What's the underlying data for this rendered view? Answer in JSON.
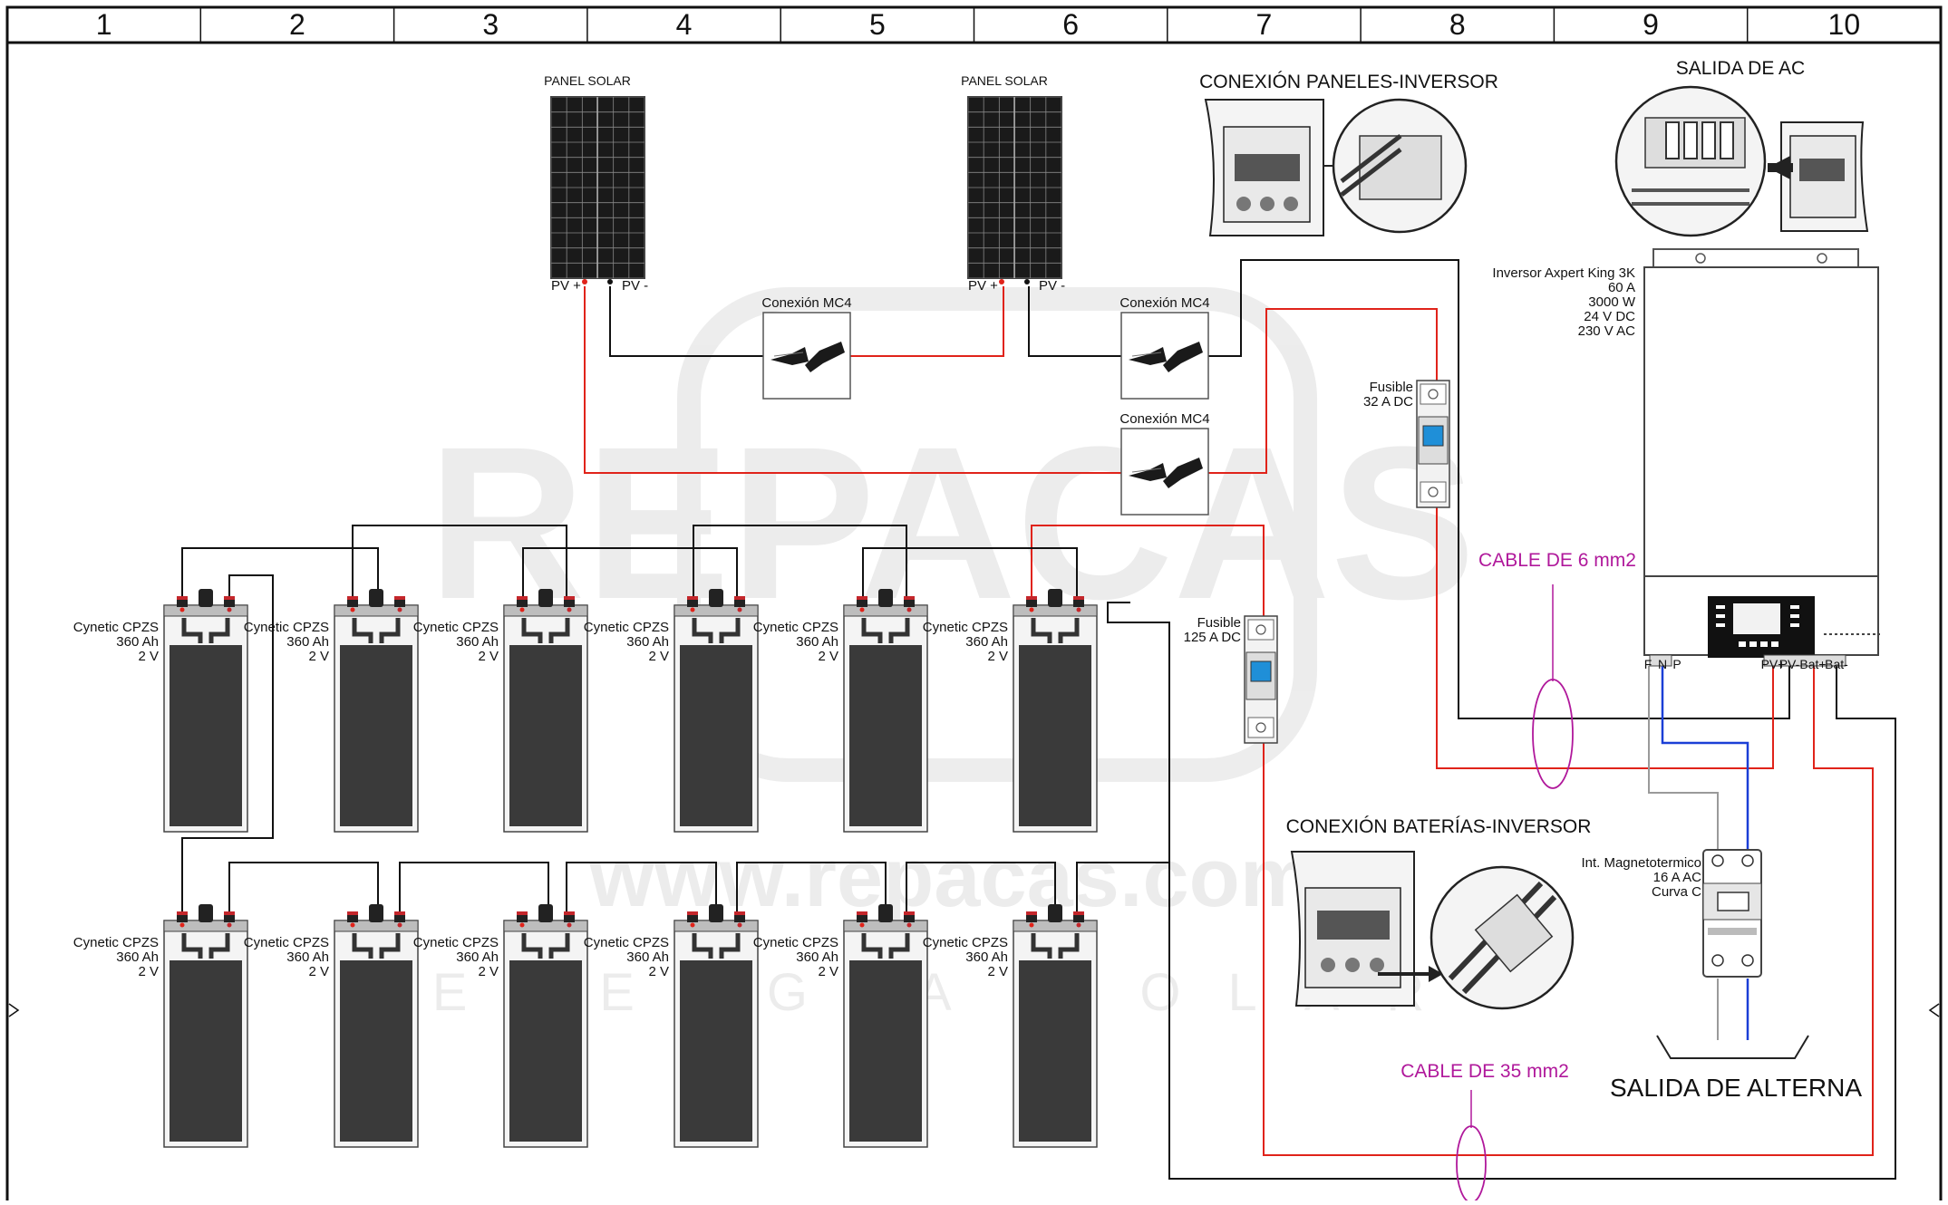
{
  "grid": {
    "columns": [
      "1",
      "2",
      "3",
      "4",
      "5",
      "6",
      "7",
      "8",
      "9",
      "10"
    ]
  },
  "watermark": {
    "brand": "REPACAS",
    "url": "www.repacas.com",
    "tagline": "ENERGIA SOLAR"
  },
  "panels": [
    {
      "title": "PANEL SOLAR",
      "pv_plus": "PV +",
      "pv_minus": "PV -"
    },
    {
      "title": "PANEL SOLAR",
      "pv_plus": "PV +",
      "pv_minus": "PV -"
    }
  ],
  "mc4": [
    "Conexión MC4",
    "Conexión MC4",
    "Conexión MC4"
  ],
  "fuses": [
    {
      "line1": "Fusible",
      "line2": "32 A DC"
    },
    {
      "line1": "Fusible",
      "line2": "125 A DC"
    }
  ],
  "inverter": {
    "lines": [
      "Inversor Axpert King 3K",
      "60 A",
      "3000 W",
      "24 V DC",
      "230 V AC"
    ],
    "terminals": [
      "F",
      "N",
      "P",
      "PV+",
      "PV-",
      "Bat+",
      "Bat-"
    ]
  },
  "battery": {
    "line1": "Cynetic CPZS",
    "line2": "360 Ah",
    "line3": "2 V"
  },
  "callouts": {
    "panels_inverter": "CONEXIÓN PANELES-INVERSOR",
    "ac_output": "SALIDA DE AC",
    "batteries_inverter": "CONEXIÓN BATERÍAS-INVERSOR"
  },
  "cables": {
    "cable6": "CABLE DE 6 mm2",
    "cable35": "CABLE DE 35 mm2"
  },
  "breaker": {
    "line1": "Int. Magnetotermico",
    "line2": "16 A AC",
    "line3": "Curva C"
  },
  "output_label": "SALIDA DE ALTERNA",
  "colors": {
    "positive": "#e0231a",
    "negative": "#111111",
    "neutral": "#1b3fd6",
    "annotation": "#b0189b"
  }
}
